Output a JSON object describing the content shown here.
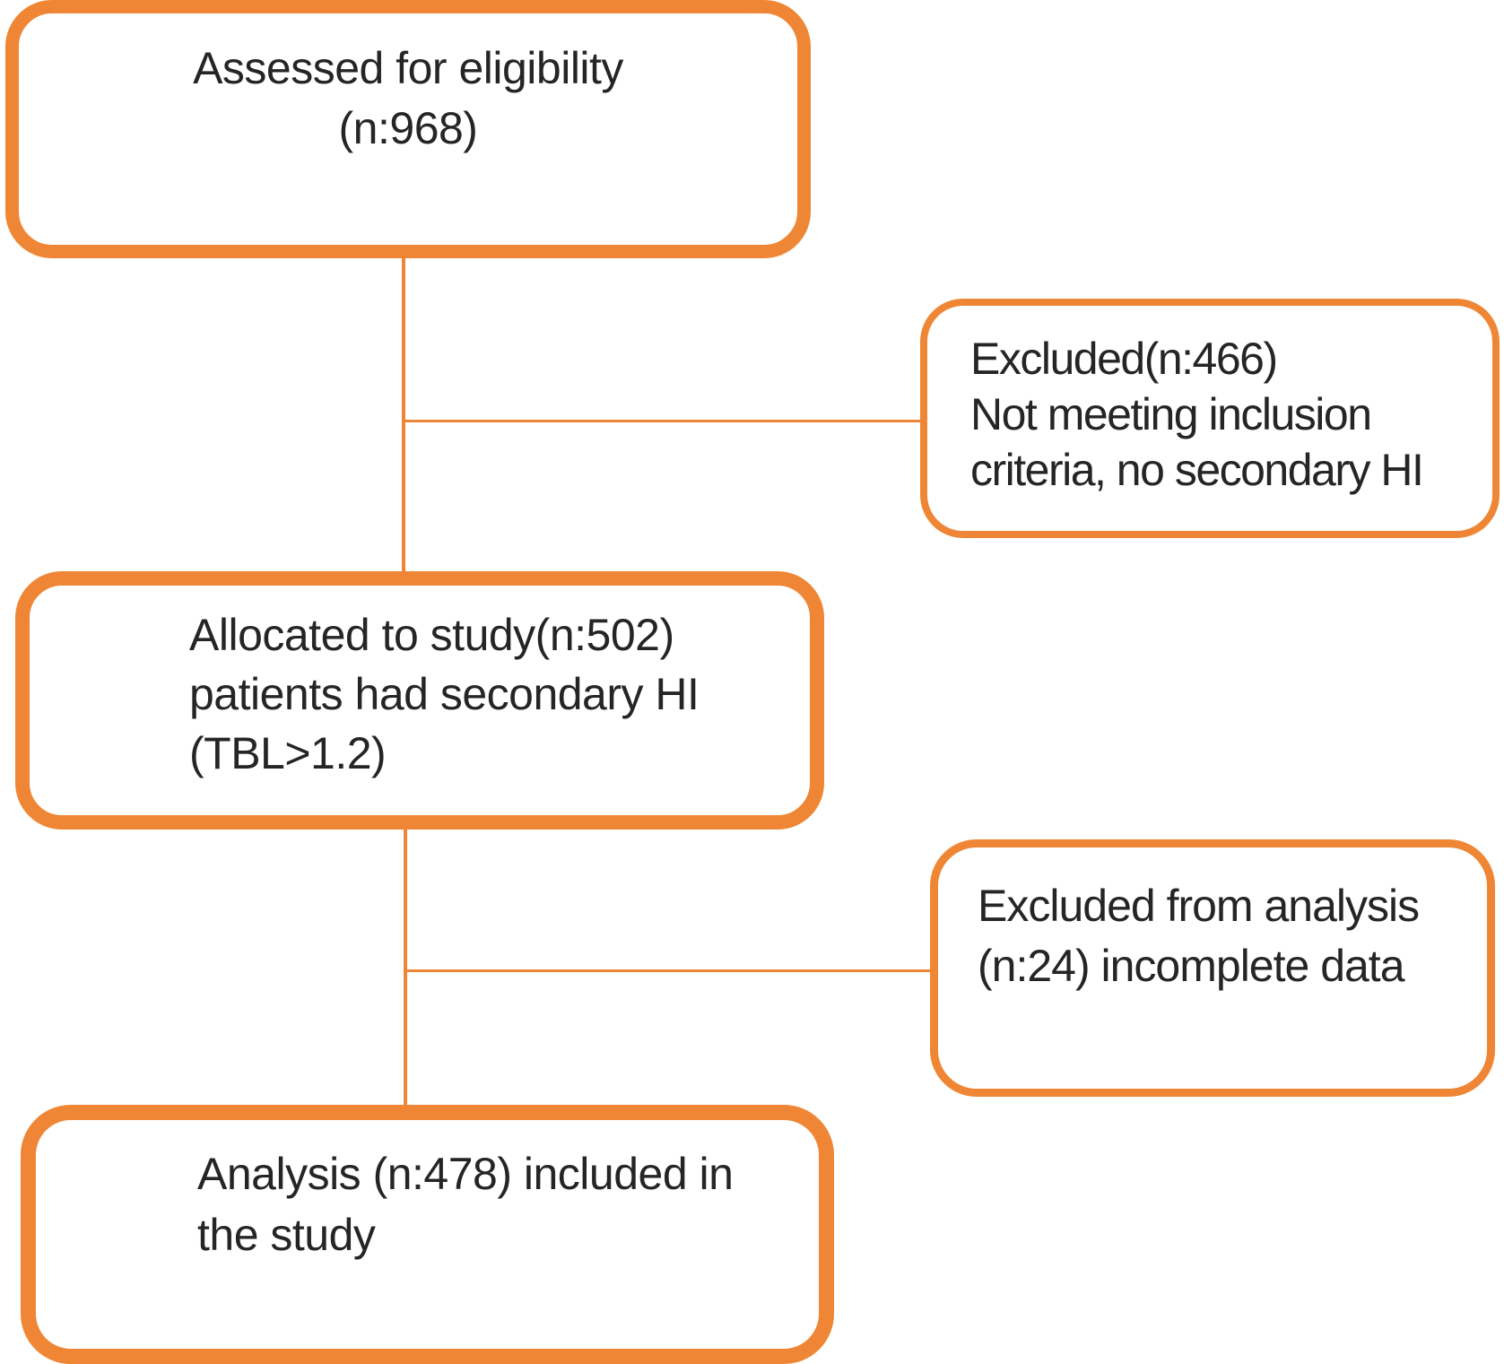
{
  "diagram_type": "study-flowchart",
  "colors": {
    "accent": "#EF8635",
    "text": "#262424",
    "background": "#FFFFFF"
  },
  "boxes": {
    "assessed": {
      "lines": [
        "Assessed for eligibility",
        "(n:968)"
      ]
    },
    "excluded1": {
      "lines": [
        "Excluded(n:466)",
        "Not meeting inclusion",
        "criteria, no secondary HI"
      ]
    },
    "allocated": {
      "lines": [
        "Allocated to study(n:502)",
        "patients had secondary HI",
        "(TBL>1.2)"
      ]
    },
    "excluded2": {
      "lines": [
        "Excluded from analysis",
        "(n:24) incomplete data"
      ]
    },
    "analysis": {
      "lines": [
        "Analysis (n:478) included in",
        "the study"
      ]
    }
  }
}
